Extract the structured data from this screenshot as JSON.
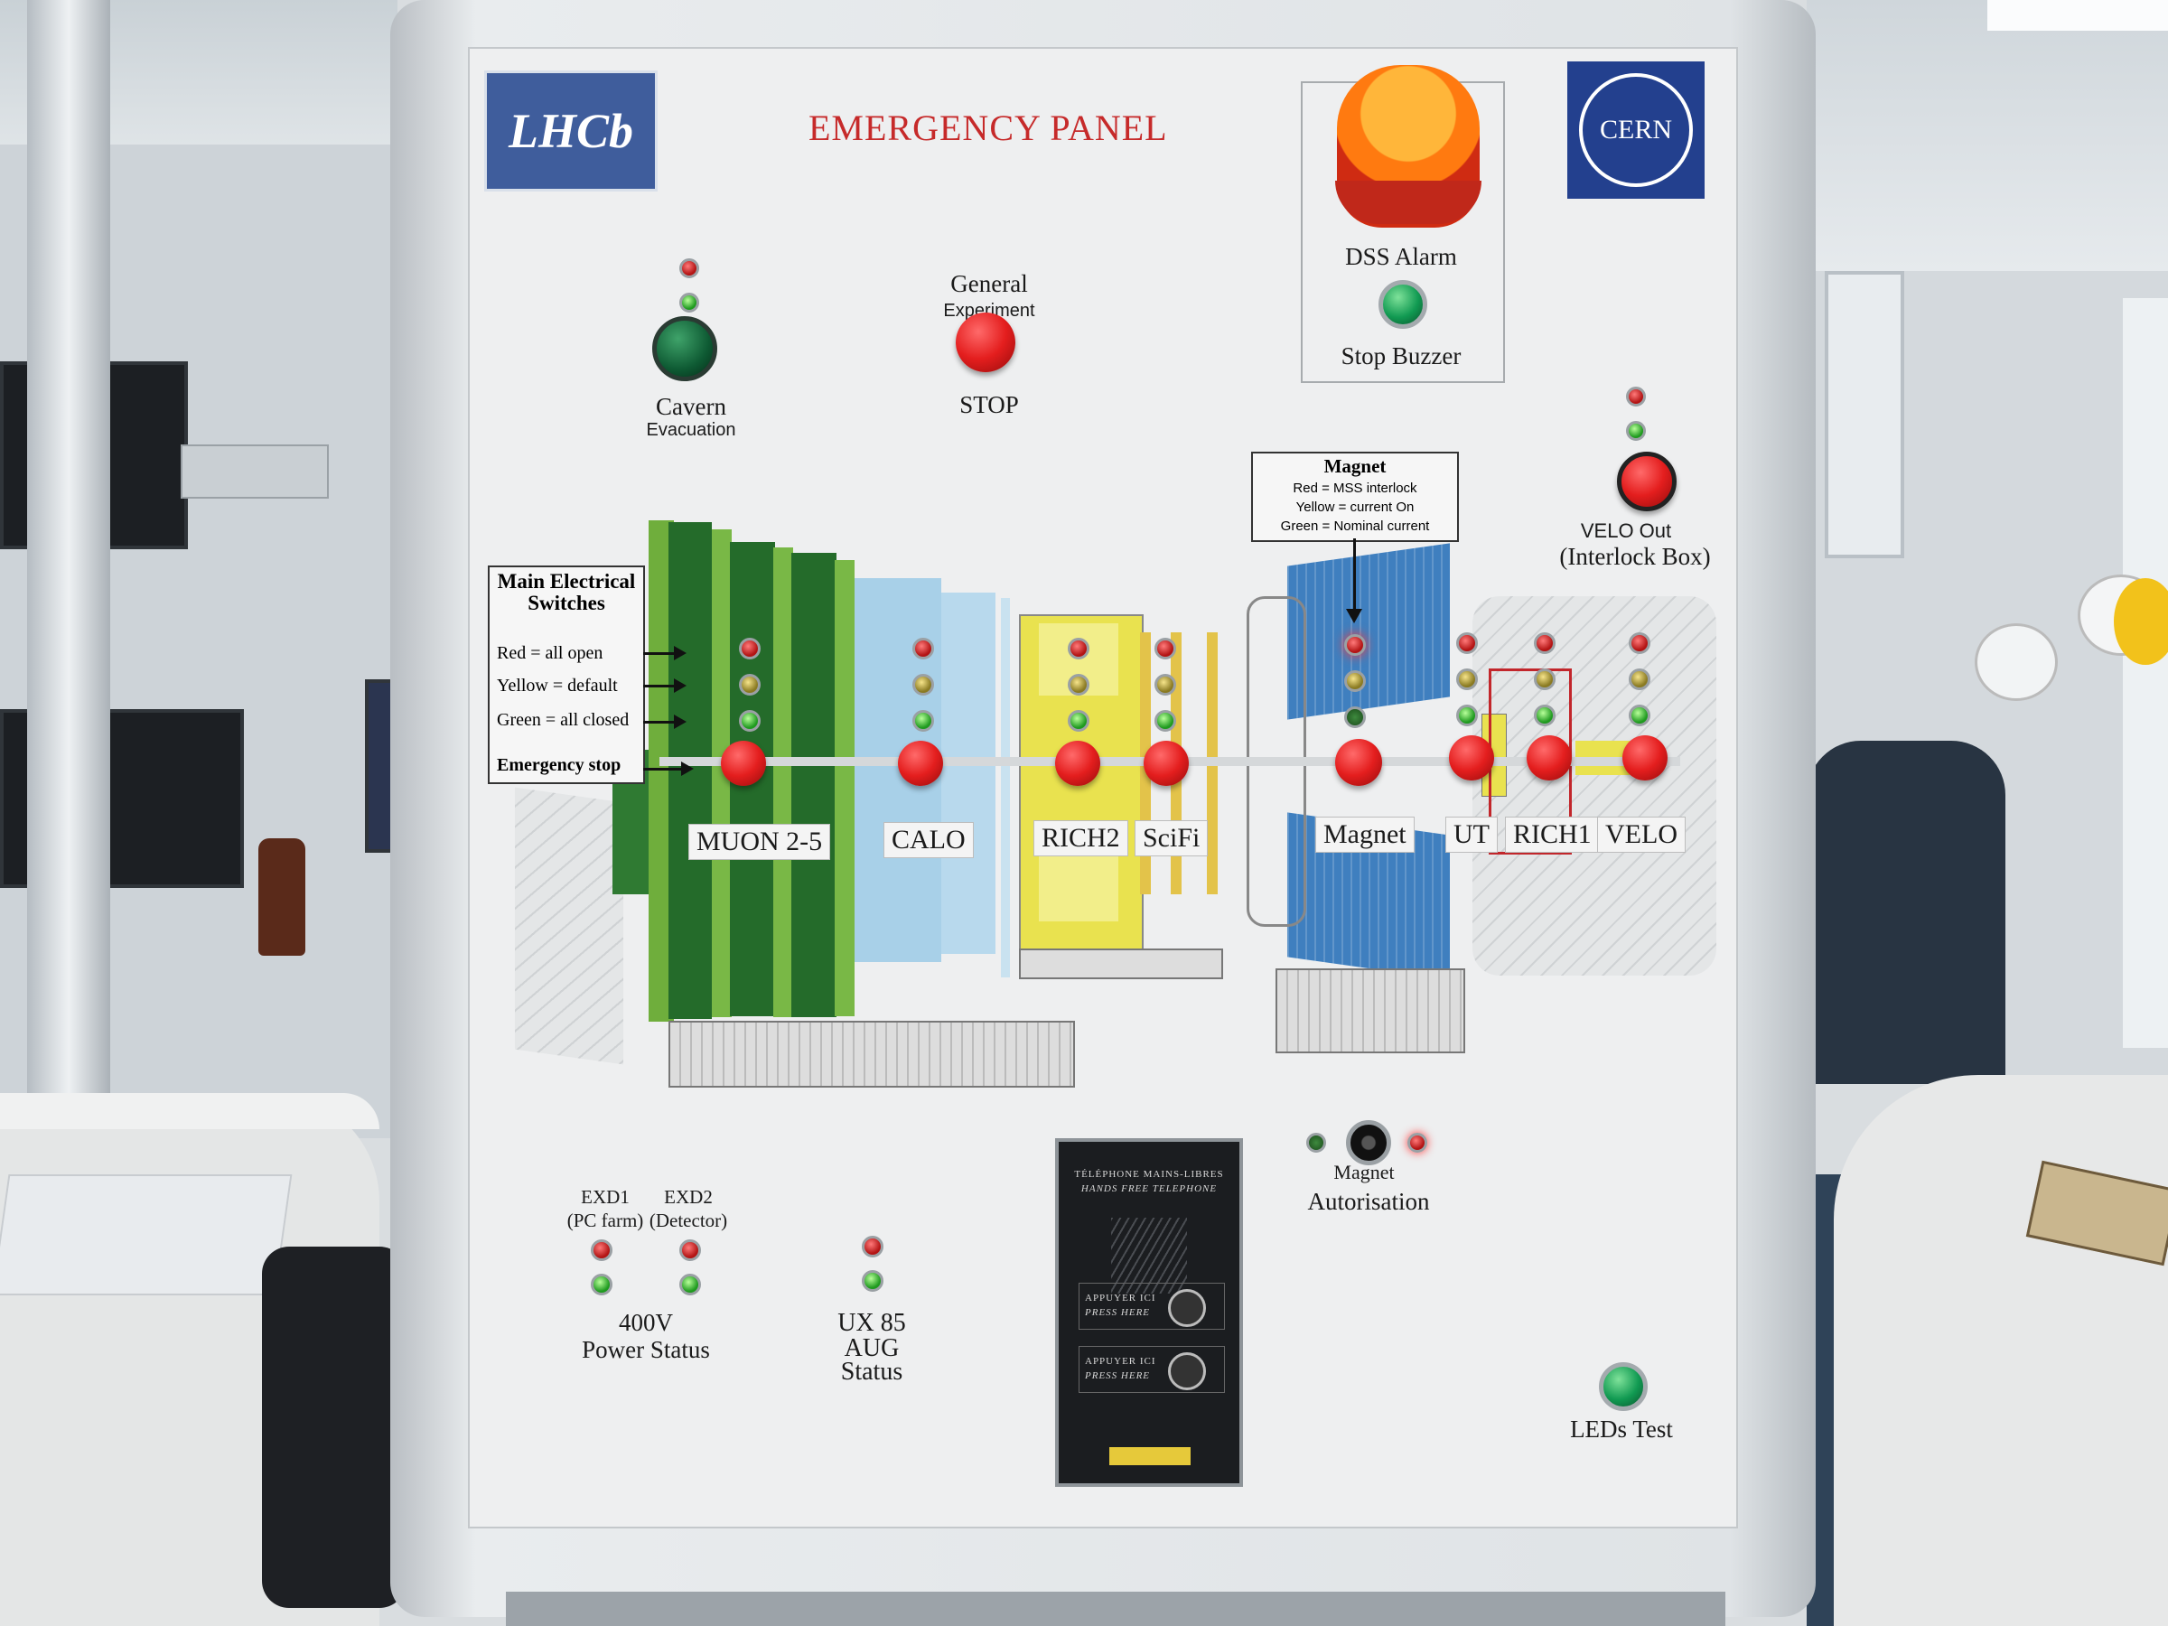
{
  "panel": {
    "title": "EMERGENCY PANEL",
    "logo_left": "LHCb",
    "logo_right": "CERN"
  },
  "alarm": {
    "label": "DSS Alarm",
    "stop_buzzer": "Stop Buzzer"
  },
  "cavern": {
    "line1": "Cavern",
    "line2": "Evacuation"
  },
  "general": {
    "line1": "General",
    "line2": "Experiment",
    "line3": "STOP"
  },
  "magnet_legend": {
    "title": "Magnet",
    "red": "Red = MSS interlock",
    "yellow": "Yellow = current On",
    "green": "Green = Nominal current"
  },
  "velo_out": {
    "line1": "VELO Out",
    "line2": "(Interlock Box)"
  },
  "main_switches": {
    "title_line1": "Main Electrical",
    "title_line2": "Switches",
    "red": "Red = all open",
    "yellow": "Yellow = default",
    "green": "Green = all closed",
    "estop": "Emergency stop"
  },
  "detectors": [
    "MUON 2-5",
    "CALO",
    "RICH2",
    "SciFi",
    "Magnet",
    "UT",
    "RICH1",
    "VELO"
  ],
  "power": {
    "exd1_line1": "EXD1",
    "exd1_line2": "(PC farm)",
    "exd2_line1": "EXD2",
    "exd2_line2": "(Detector)",
    "line1": "400V",
    "line2": "Power Status"
  },
  "aug": {
    "line1": "UX 85",
    "line2": "AUG",
    "line3": "Status"
  },
  "phone": {
    "title": "TÉLÉPHONE MAINS-LIBRES",
    "subtitle": "HANDS FREE TELEPHONE",
    "btn1": "APPUYER ICI",
    "btn1_sub": "PRESS HERE",
    "btn2": "APPUYER ICI",
    "btn2_sub": "PRESS HERE"
  },
  "magnet_auth": {
    "line1": "Magnet",
    "line2": "Autorisation"
  },
  "leds_test": "LEDs Test"
}
